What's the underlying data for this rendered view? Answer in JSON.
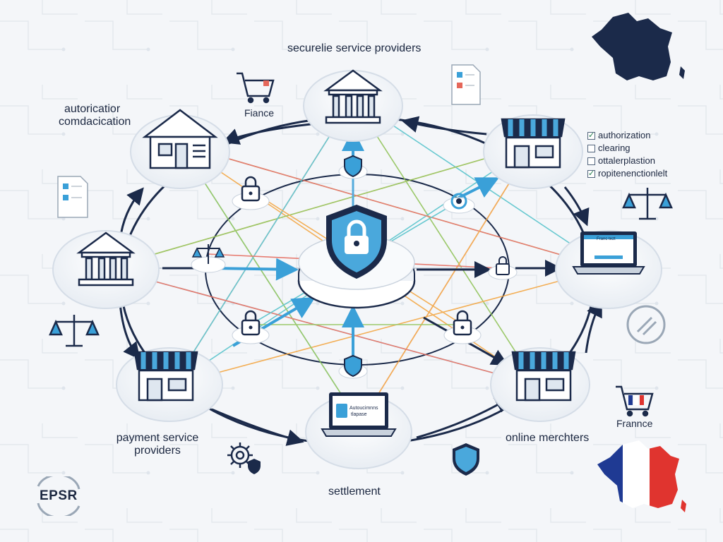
{
  "labels": {
    "top": "securelie service providers",
    "top_left_line1": "autoricatior",
    "top_left_line2": "comdacication",
    "france_top": "Fiance",
    "payment_line1": "payment service",
    "payment_line2": "providers",
    "settlement": "settlement",
    "online": "online merchters",
    "france_right": "Frannce",
    "laptop_right_title": "Franc tezt",
    "laptop_bottom_line1": "Autoucimnns",
    "laptop_bottom_line2": "tlapase"
  },
  "checklist": [
    {
      "label": "authorization",
      "checked": true
    },
    {
      "label": "clearing",
      "checked": false
    },
    {
      "label": "ottalerplastion",
      "checked": false
    },
    {
      "label": "ropitenenctionlelt",
      "checked": true
    }
  ],
  "logo": "EPSR",
  "colors": {
    "navy": "#1b2a4a",
    "blue": "#3aa0d8",
    "line_orange": "#f3a33b",
    "line_green": "#8cc152",
    "line_teal": "#4fc1c9",
    "line_red": "#e5675a",
    "flag_blue": "#1f3a93",
    "flag_red": "#e0342f"
  }
}
